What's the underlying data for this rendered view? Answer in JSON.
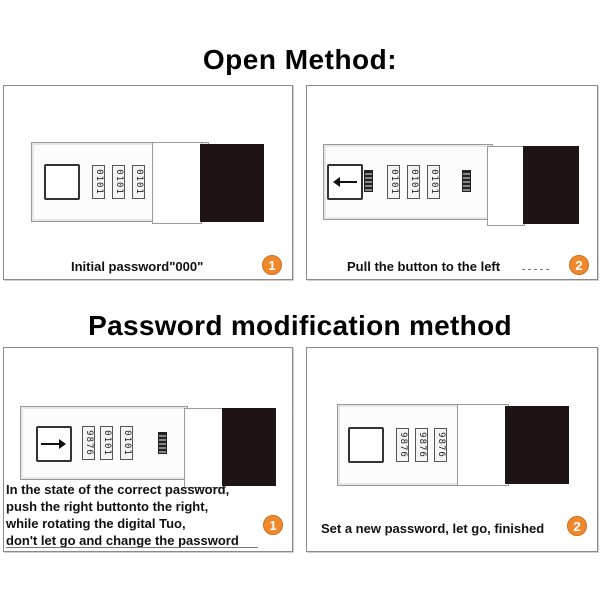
{
  "headings": {
    "open": "Open Method:",
    "modify": "Password modification method"
  },
  "wheels": {
    "panel1": [
      "0101",
      "0101",
      "0101"
    ],
    "panel2": [
      "0101",
      "0101",
      "0101"
    ],
    "panel3": [
      "9876",
      "0101",
      "0101"
    ],
    "panel4": [
      "9876",
      "9876",
      "9876"
    ]
  },
  "panels": [
    {
      "caption": "Initial password\"000\"",
      "step": "1"
    },
    {
      "caption": "Pull the button to the left",
      "step": "2"
    },
    {
      "caption_lines": [
        "In the state of the correct password,",
        "push the right buttonto the right,",
        "while rotating the digital Tuo,",
        "don't let go and change the password"
      ],
      "step": "1"
    },
    {
      "caption": "Set a new password, let go, finished",
      "step": "2"
    }
  ],
  "colors": {
    "badge": "#f0892d",
    "block": "#1f1414",
    "border": "#8a8a8a"
  },
  "icons": {
    "arrow_left": "arrow-left-icon",
    "arrow_right": "arrow-right-icon"
  }
}
